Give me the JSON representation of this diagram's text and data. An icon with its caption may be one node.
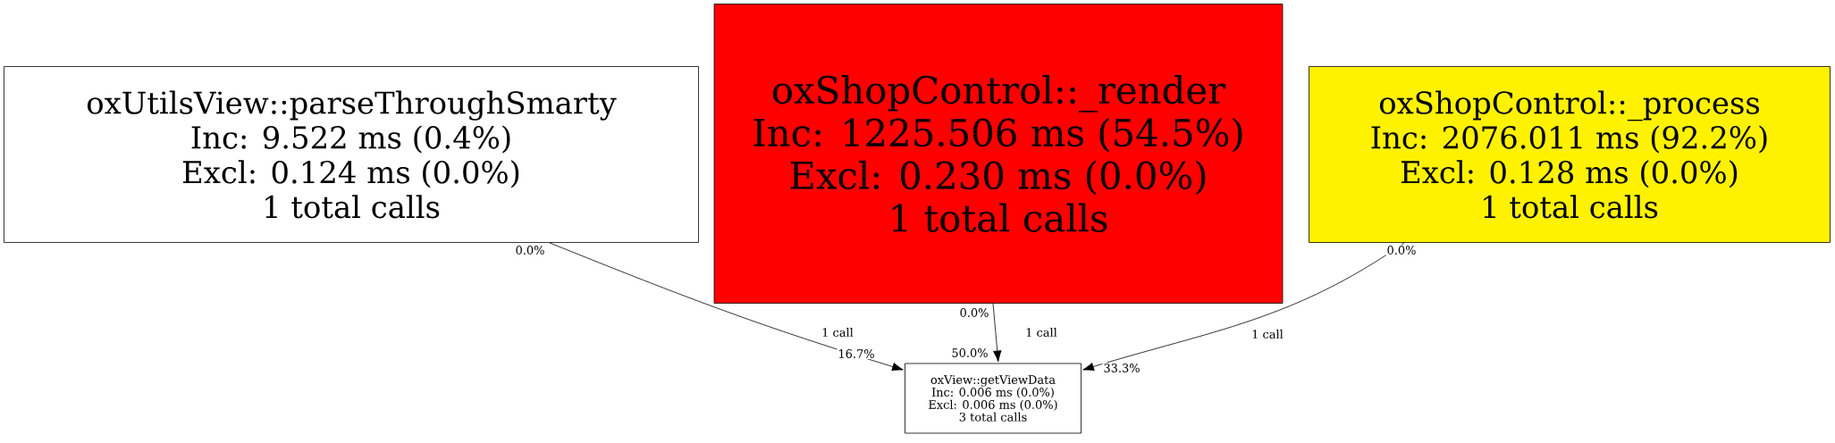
{
  "diagram": {
    "nodes": [
      {
        "text": [
          "oxUtilsView::parseThroughSmarty",
          "Inc: 9.522 ms (0.4%)",
          "Excl: 0.124 ms (0.0%)",
          "1 total calls"
        ]
      },
      {
        "text": [
          "oxShopControl::_render",
          "Inc: 1225.506 ms (54.5%)",
          "Excl: 0.230 ms (0.0%)",
          "1 total calls"
        ]
      },
      {
        "text": [
          "oxShopControl::_process",
          "Inc: 2076.011 ms (92.2%)",
          "Excl: 0.128 ms (0.0%)",
          "1 total calls"
        ]
      },
      {
        "text": [
          "oxView::getViewData",
          "Inc: 0.006 ms (0.0%)",
          "Excl: 0.006 ms (0.0%)",
          "3 total calls"
        ]
      }
    ],
    "edges": [
      {
        "from": 0,
        "to": 3,
        "arrow": "to",
        "label": "1 call"
      },
      {
        "from": 1,
        "to": 3,
        "arrow": "to",
        "label": "1 call"
      },
      {
        "from": 2,
        "to": 3,
        "arrow": "to",
        "label": "1 call"
      }
    ],
    "labels": [
      "0.0%",
      "0.0%",
      "0.0%",
      "50.0%",
      "16.7%",
      "33.3%"
    ]
  }
}
